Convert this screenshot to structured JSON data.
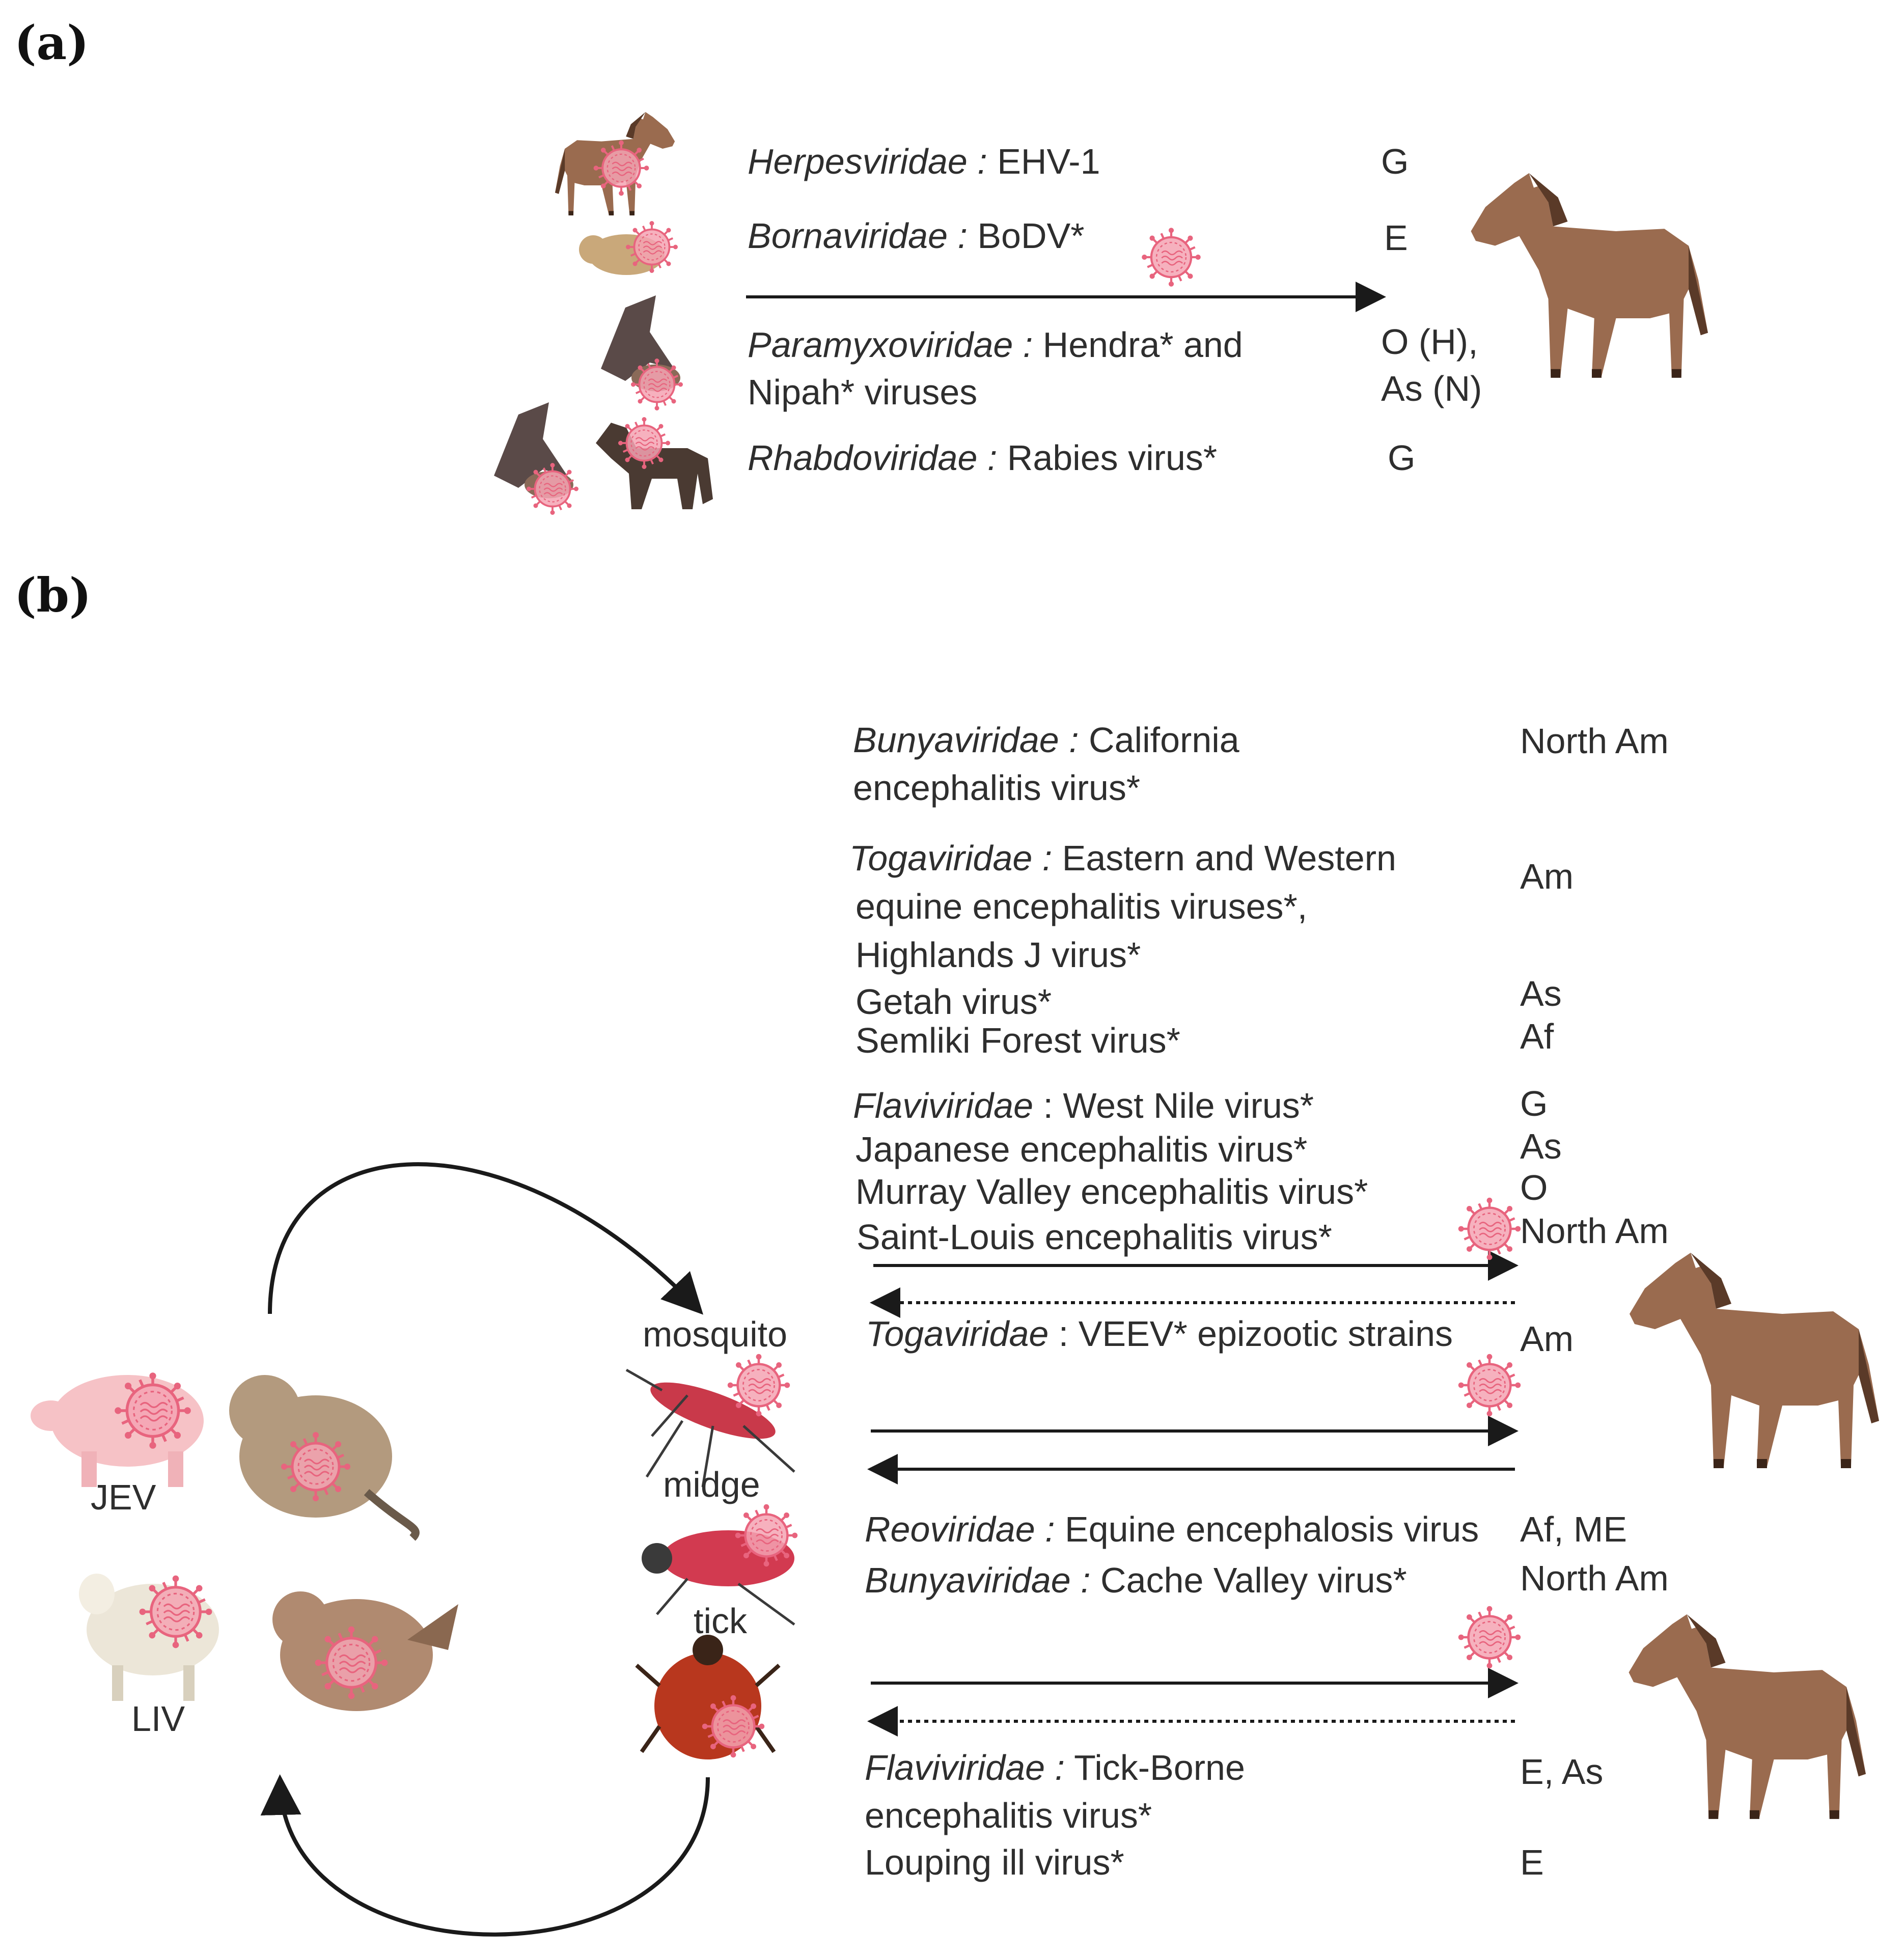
{
  "panel_a": {
    "label": "(a)",
    "rows": [
      {
        "family": "Herpesviridae :",
        "virus": " EHV-1",
        "region": "G"
      },
      {
        "family": "Bornaviridae :",
        "virus": " BoDV*",
        "region": "E"
      },
      {
        "family": "Paramyxoviridae :",
        "virus": " Hendra* and",
        "virus_line2": "Nipah* viruses",
        "region": "O (H),",
        "region_line2": "As (N)"
      },
      {
        "family": "Rhabdoviridae :",
        "virus": " Rabies virus*",
        "region": "G"
      }
    ]
  },
  "panel_b": {
    "label": "(b)",
    "reservoir_labels": {
      "jev": "JEV",
      "liv": "LIV"
    },
    "vector_labels": {
      "mosquito": "mosquito",
      "midge": "midge",
      "tick": "tick"
    },
    "group1": [
      {
        "family": "Bunyaviridae :",
        "virus": " California",
        "virus_line2": "encephalitis virus*",
        "region": "North Am"
      },
      {
        "family": "Togaviridae :",
        "virus": " Eastern and Western",
        "virus_line2": "equine encephalitis viruses*,",
        "virus_line3": "Highlands J virus*",
        "region": "Am"
      },
      {
        "virus": "Getah virus*",
        "region": "As"
      },
      {
        "virus": "Semliki Forest virus*",
        "region": "Af"
      },
      {
        "family": "Flaviviridae",
        "virus": " : West Nile virus*",
        "region": "G"
      },
      {
        "virus": "Japanese encephalitis virus*",
        "region": "As"
      },
      {
        "virus": "Murray Valley encephalitis virus*",
        "region": "O"
      },
      {
        "virus": "Saint-Louis encephalitis virus*",
        "region": "North Am"
      }
    ],
    "group2": [
      {
        "family": "Togaviridae",
        "virus": " : VEEV* epizootic strains",
        "region": "Am"
      }
    ],
    "group3": [
      {
        "family": "Reoviridae :",
        "virus": " Equine encephalosis virus",
        "region": "Af, ME"
      },
      {
        "family": "Bunyaviridae :",
        "virus": " Cache Valley virus*",
        "region": "North Am"
      }
    ],
    "group4": [
      {
        "family": "Flaviviridae :",
        "virus": " Tick-Borne",
        "virus_line2": "encephalitis virus*",
        "region": "E, As"
      },
      {
        "virus": "Louping ill virus*",
        "region": "E"
      }
    ]
  },
  "colors": {
    "horse": "#9a6b4f",
    "horse_dark": "#5a3a28",
    "virus": "#e8647e",
    "virus_fill": "#f4a3b3",
    "bat": "#5a4a48",
    "arrow": "#1a1a1a"
  }
}
